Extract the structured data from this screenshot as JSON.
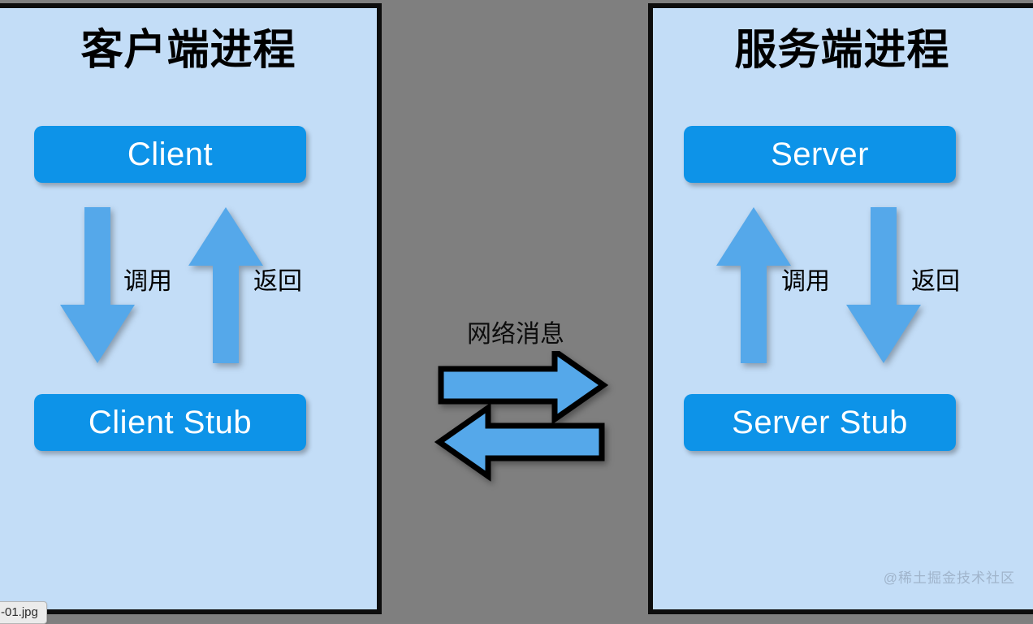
{
  "diagram": {
    "background_color": "#7f7f7f",
    "panel_fill": "#c3ddf7",
    "box_fill": "#0d93e8",
    "arrow_fill": "#55a8ea",
    "left_panel": {
      "title": "客户端进程",
      "top_box": "Client",
      "bottom_box": "Client Stub",
      "down_arrow_label": "调用",
      "up_arrow_label": "返回"
    },
    "right_panel": {
      "title": "服务端进程",
      "top_box": "Server",
      "bottom_box": "Server Stub",
      "up_arrow_label": "调用",
      "down_arrow_label": "返回"
    },
    "center": {
      "label": "网络消息"
    },
    "watermark": "@稀土掘金技术社区",
    "file_chip": "-01.jpg"
  }
}
